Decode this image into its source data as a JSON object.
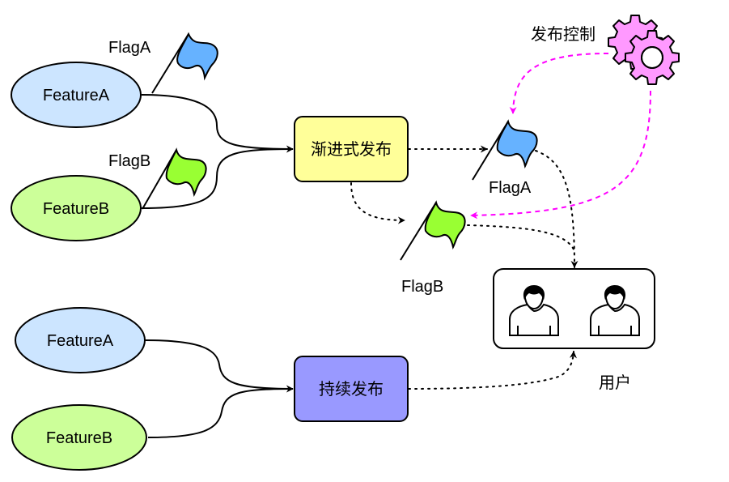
{
  "colors": {
    "feature_a_fill": "#cce5ff",
    "feature_b_fill": "#ccff99",
    "flag_a_fill": "#66b2ff",
    "flag_b_fill": "#99ff33",
    "progressive_fill": "#ffff99",
    "continuous_fill": "#9999ff",
    "gear_fill": "#ff99ff",
    "control_arrow": "#ff00ff",
    "stroke": "#000000"
  },
  "top": {
    "feature_a": "FeatureA",
    "feature_b": "FeatureB",
    "flag_a_label": "FlagA",
    "flag_b_label": "FlagB",
    "progressive_release": "渐进式发布"
  },
  "middle": {
    "flag_a_label": "FlagA",
    "flag_b_label": "FlagB",
    "release_control": "发布控制",
    "users_label": "用户"
  },
  "bottom": {
    "feature_a": "FeatureA",
    "feature_b": "FeatureB",
    "continuous_release": "持续发布"
  }
}
